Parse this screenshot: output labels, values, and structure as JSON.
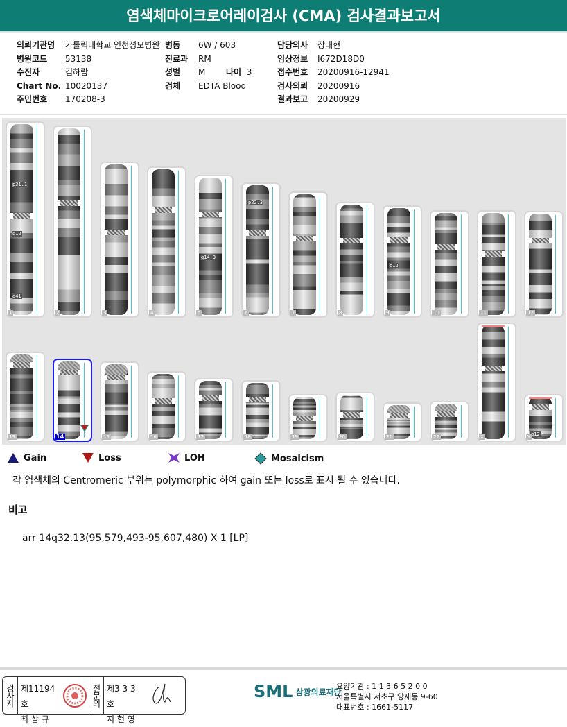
{
  "title": "염색체마이크로어레이검사 (CMA) 검사결과보고서",
  "info": {
    "col1": [
      {
        "k": "의뢰기관명",
        "v": "가톨릭대학교 인천성모병원"
      },
      {
        "k": "병원코드",
        "v": "53138"
      },
      {
        "k": "수진자",
        "v": "김하람"
      },
      {
        "k": "Chart No.",
        "v": "10020137"
      },
      {
        "k": "주민번호",
        "v": "170208-3"
      }
    ],
    "col2": [
      {
        "k": "병동",
        "v": "6W / 603"
      },
      {
        "k": "진료과",
        "v": "RM"
      },
      {
        "k": "성별",
        "v": "M"
      },
      {
        "k": "검체",
        "v": "EDTA Blood"
      }
    ],
    "age_label": "나이",
    "age": "3",
    "col3": [
      {
        "k": "담당의사",
        "v": "장대현"
      },
      {
        "k": "임상정보",
        "v": "I672D18D0"
      },
      {
        "k": "접수번호",
        "v": "20200916-12941"
      },
      {
        "k": "검사의뢰",
        "v": "20200916"
      },
      {
        "k": "결과보고",
        "v": "20200929"
      }
    ]
  },
  "chromosomes": [
    {
      "n": "1",
      "labels": [
        "p31.1",
        "q12",
        "q41"
      ]
    },
    {
      "n": "2",
      "labels": []
    },
    {
      "n": "3",
      "labels": []
    },
    {
      "n": "4",
      "labels": []
    },
    {
      "n": "5",
      "labels": [
        "q14.3"
      ]
    },
    {
      "n": "6",
      "labels": [
        "p22.3"
      ]
    },
    {
      "n": "7",
      "labels": []
    },
    {
      "n": "8",
      "labels": []
    },
    {
      "n": "9",
      "labels": [
        "q12"
      ]
    },
    {
      "n": "10",
      "labels": []
    },
    {
      "n": "11",
      "labels": []
    },
    {
      "n": "12",
      "labels": []
    },
    {
      "n": "13",
      "labels": []
    },
    {
      "n": "14",
      "labels": [],
      "selected": true,
      "event": "loss"
    },
    {
      "n": "15",
      "labels": []
    },
    {
      "n": "16",
      "labels": []
    },
    {
      "n": "17",
      "labels": []
    },
    {
      "n": "18",
      "labels": []
    },
    {
      "n": "19",
      "labels": []
    },
    {
      "n": "20",
      "labels": []
    },
    {
      "n": "21",
      "labels": []
    },
    {
      "n": "22",
      "labels": []
    },
    {
      "n": "X",
      "labels": []
    },
    {
      "n": "Y",
      "labels": [
        "q12"
      ]
    }
  ],
  "legend": [
    {
      "label": "Gain",
      "color": "#1a1a7a"
    },
    {
      "label": "Loss",
      "color": "#b01818"
    },
    {
      "label": "LOH",
      "color": "#7a3cc8"
    },
    {
      "label": "Mosaicism",
      "color": "#2a9a9a"
    }
  ],
  "note": "각 염색체의 Centromeric 부위는 polymorphic 하여 gain 또는 loss로 표시 될 수 있습니다.",
  "remark_heading": "비고",
  "remark": "arr 14q32.13(95,579,493-95,607,480) X 1 [LP]",
  "footer": {
    "tester_label": "검사자",
    "tester_no": "제11194호",
    "tester_name": "최 삼 규",
    "doctor_label": "전문의",
    "doctor_no": "제3 3 3 호",
    "doctor_name": "지 현 영",
    "logo": "SML",
    "company": "삼광의료재단",
    "addr": [
      "요양기관 : 1 1 3 6 5 2 0 0",
      "서울특별시 서초구 양재동 9-60",
      "대표번호 : 1661-5117"
    ]
  }
}
